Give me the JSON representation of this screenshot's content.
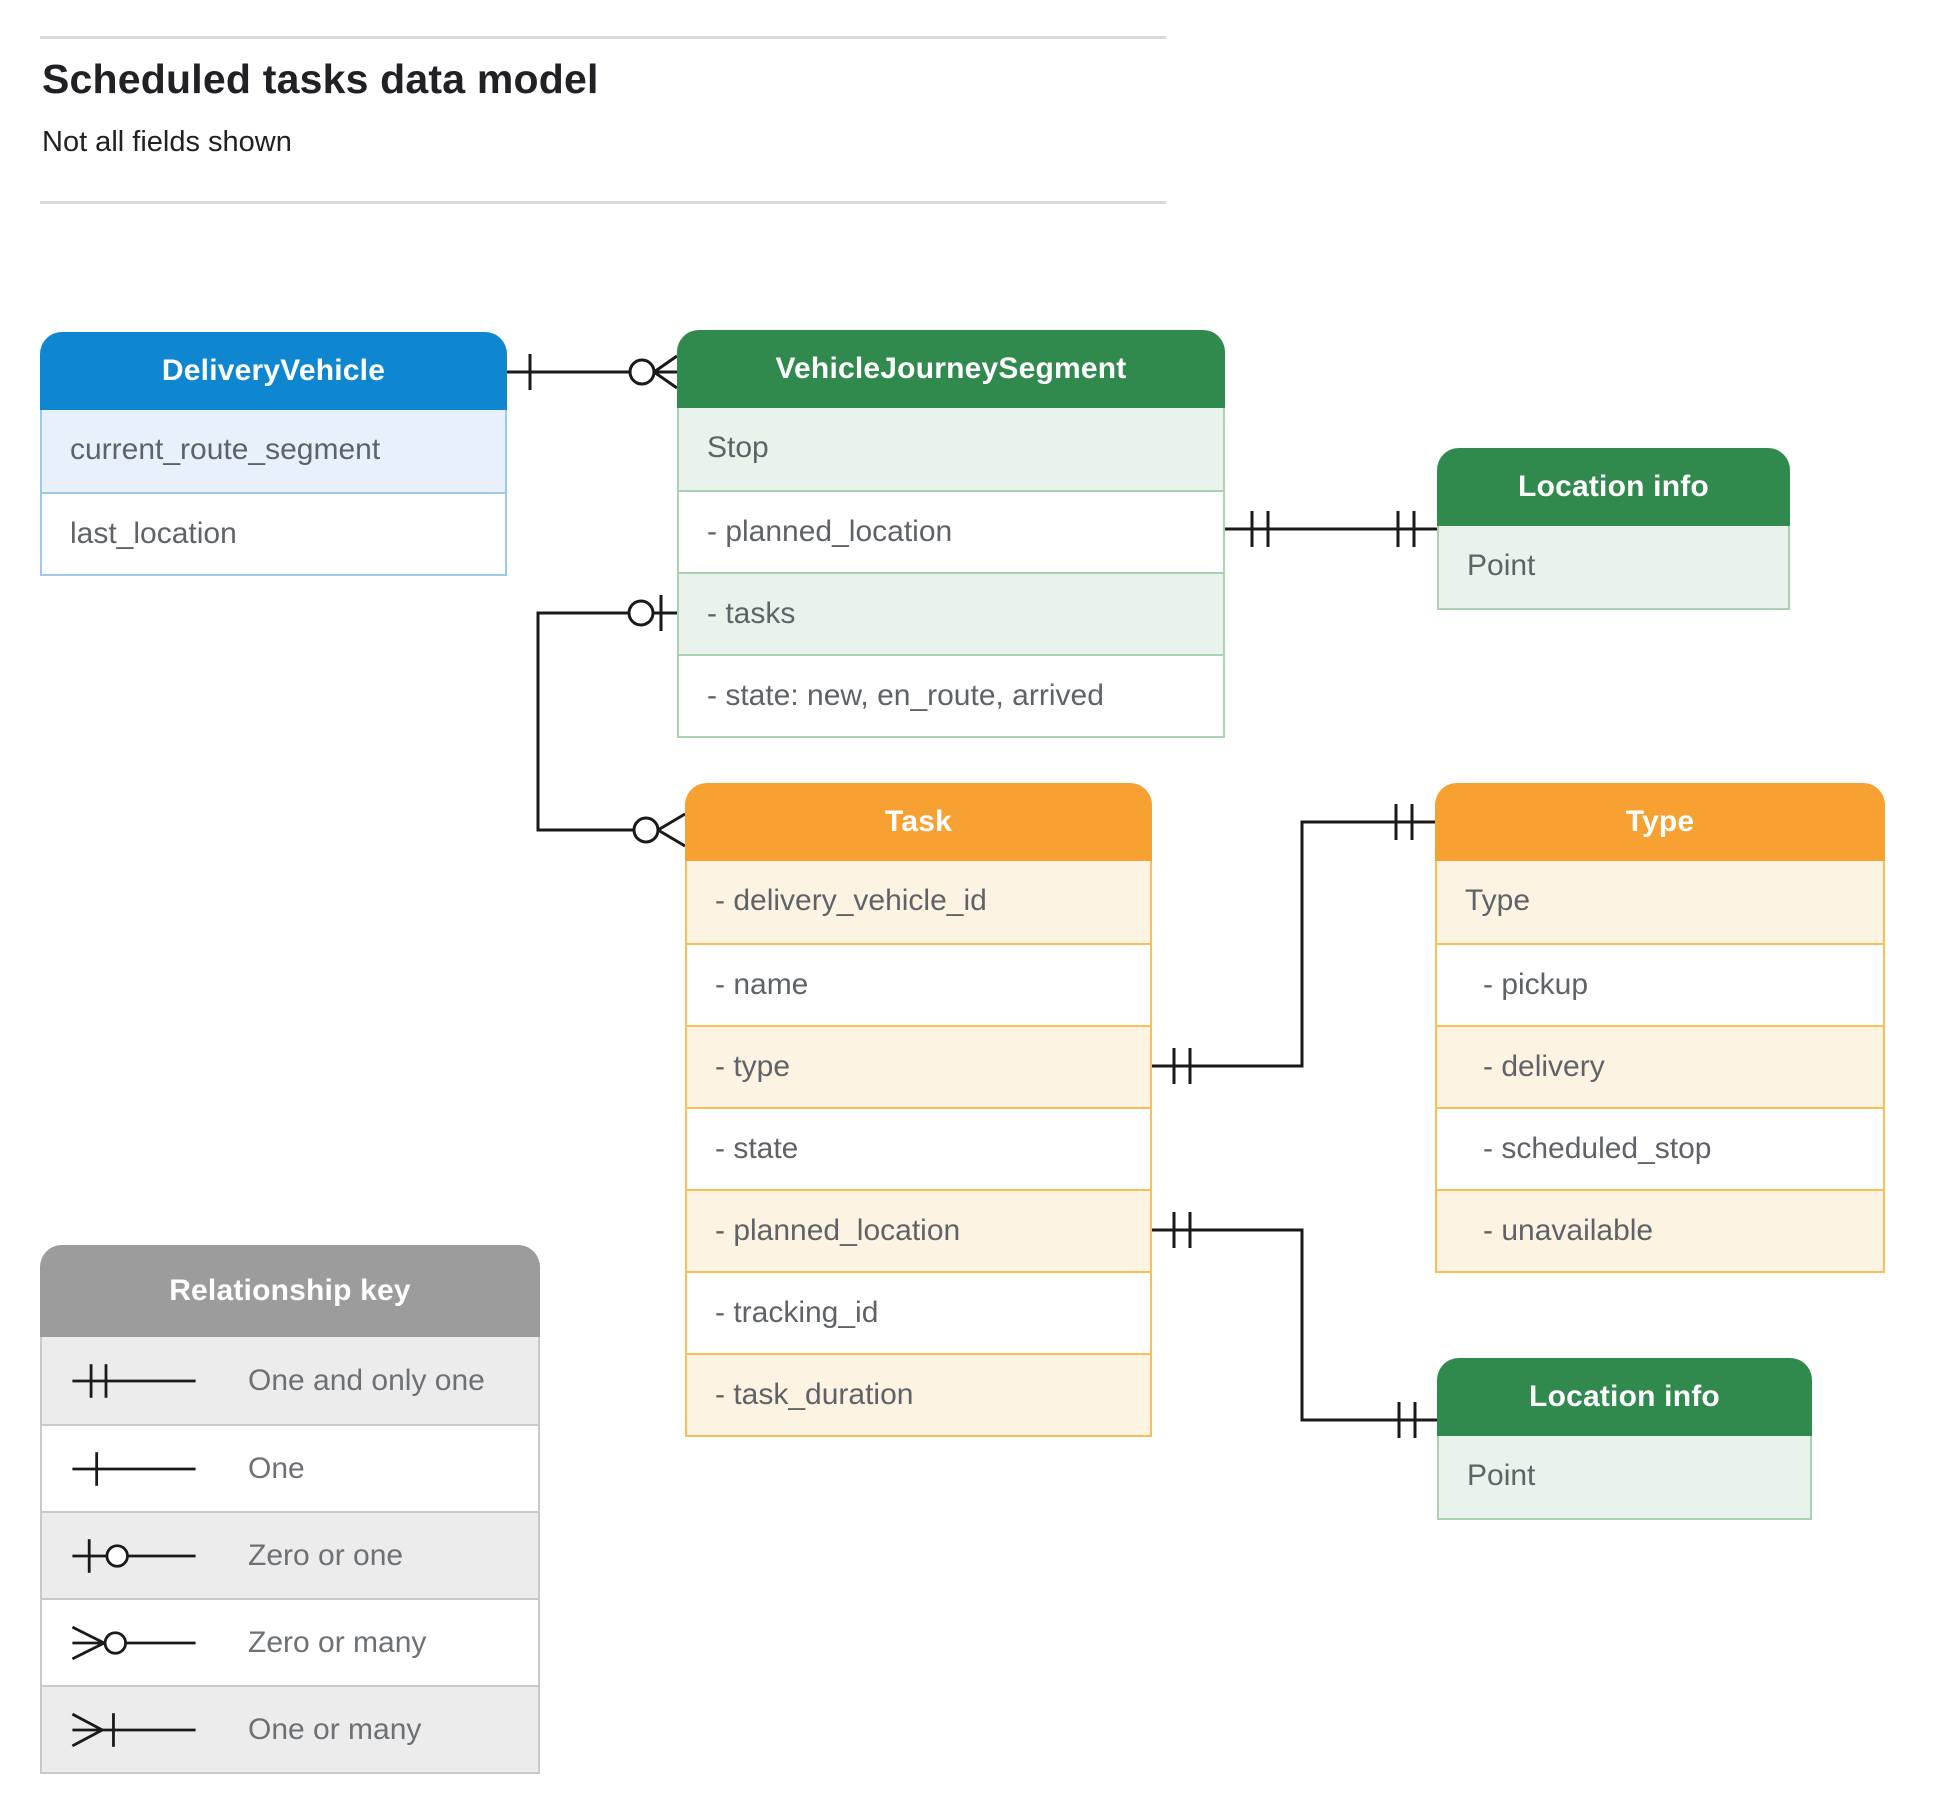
{
  "page": {
    "title": "Scheduled tasks data model",
    "subtitle": "Not all fields shown"
  },
  "entities": {
    "delivery_vehicle": {
      "title": "DeliveryVehicle",
      "fields": [
        "current_route_segment",
        "last_location"
      ]
    },
    "vehicle_journey_segment": {
      "title": "VehicleJourneySegment",
      "fields": [
        "Stop",
        "- planned_location",
        "- tasks",
        "- state: new, en_route, arrived"
      ]
    },
    "location_info_top": {
      "title": "Location info",
      "fields": [
        "Point"
      ]
    },
    "task": {
      "title": "Task",
      "fields": [
        "- delivery_vehicle_id",
        "- name",
        "- type",
        "- state",
        "- planned_location",
        "- tracking_id",
        "- task_duration"
      ]
    },
    "type": {
      "title": "Type",
      "fields": [
        "Type",
        "- pickup",
        "- delivery",
        "- scheduled_stop",
        "- unavailable"
      ]
    },
    "location_info_bottom": {
      "title": "Location info",
      "fields": [
        "Point"
      ]
    }
  },
  "legend": {
    "title": "Relationship key",
    "items": [
      {
        "symbol": "one-and-only-one",
        "label": "One and only one"
      },
      {
        "symbol": "one",
        "label": "One"
      },
      {
        "symbol": "zero-or-one",
        "label": "Zero or one"
      },
      {
        "symbol": "zero-or-many",
        "label": "Zero or many"
      },
      {
        "symbol": "one-or-many",
        "label": "One or many"
      }
    ]
  },
  "colors": {
    "blue": "#0f87d0",
    "blue-light": "#e8f1fb",
    "blue-border": "#9fc8ed",
    "green": "#318a4d",
    "green-light": "#e9f3ec",
    "green-border": "#a9d1b2",
    "orange": "#f8a133",
    "orange-light": "#fdf3e2",
    "orange-border": "#fbbf55",
    "gray": "#9c9c9c",
    "gray-light": "#ececec",
    "gray-border": "#c9c9c9",
    "line": "#1a1a1a",
    "field-text": "#5f6368"
  }
}
